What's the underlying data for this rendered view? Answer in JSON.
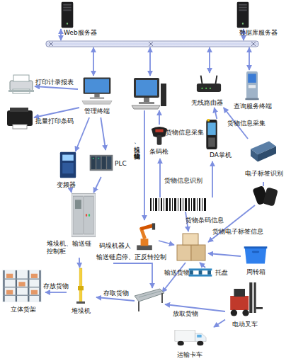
{
  "diagram": {
    "nodes": [
      {
        "text": [
          "Web服务器"
        ]
      },
      {
        "text": [
          "数据库服务器"
        ]
      },
      {
        "text": [
          "管理终端"
        ]
      },
      {
        "text": [
          "无线路由器"
        ]
      },
      {
        "text": [
          "查询服务终端"
        ]
      },
      {
        "text": [
          "变频器"
        ]
      },
      {
        "text": [
          "PLC"
        ]
      },
      {
        "text": [
          "条码枪"
        ]
      },
      {
        "text": [
          "DA掌机"
        ]
      },
      {
        "text": [
          "电子标签识别"
        ]
      },
      {
        "text": [
          "堆垛机、输送链 控制柜"
        ]
      },
      {
        "text": [
          "码垛机器人"
        ]
      },
      {
        "text": [
          "托盘"
        ]
      },
      {
        "text": [
          "周转箱"
        ]
      },
      {
        "text": [
          "电动叉车"
        ]
      },
      {
        "text": [
          "立体货架"
        ]
      },
      {
        "text": [
          "堆垛机"
        ]
      },
      {
        "text": [
          "运输卡车"
        ]
      }
    ],
    "edges": [
      {
        "from": 2,
        "to": 5,
        "arrow": "to"
      },
      {
        "from": 2,
        "to": 6,
        "arrow": "to"
      },
      {
        "from": 5,
        "to": 10,
        "arrow": "to"
      },
      {
        "from": 6,
        "to": 10,
        "arrow": "to"
      },
      {
        "from": 10,
        "to": 16,
        "arrow": "to"
      },
      {
        "from": 16,
        "to": 15,
        "label": "存放货物",
        "arrow": "to"
      },
      {
        "from": 8,
        "to": 3,
        "arrow": "to"
      },
      {
        "from": 9,
        "to": 3,
        "label": "货物信息采集",
        "arrow": "to"
      },
      {
        "from": 14,
        "to": 17,
        "arrow": "to"
      }
    ],
    "labels": [
      "打印计录报表",
      "批量打印条码",
      "货物信息采集",
      "拆垛、码垛货物",
      "货物信息识别",
      "货物条码信息",
      "货物电子标签信息",
      "输送链启停、正反转控制",
      "存取货物",
      "输送货物",
      "放取货物"
    ]
  }
}
